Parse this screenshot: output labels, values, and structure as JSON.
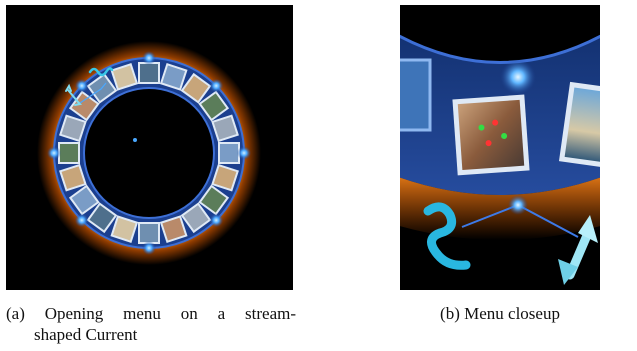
{
  "figure": {
    "panel_a": {
      "caption_label": "(a)",
      "caption_line1": "Opening menu on a stream-",
      "caption_line2": "shaped Current"
    },
    "panel_b": {
      "caption_label": "(b)",
      "caption_text": "Menu closeup"
    }
  },
  "colors": {
    "background": "#000000",
    "ring_blue": "#1b3f8f",
    "glow_orange": "#ff8a1c",
    "accent_cyan": "#38c8e8"
  },
  "icons": [
    "squiggle-icon",
    "double-arrow-icon",
    "photo-thumbnail"
  ]
}
